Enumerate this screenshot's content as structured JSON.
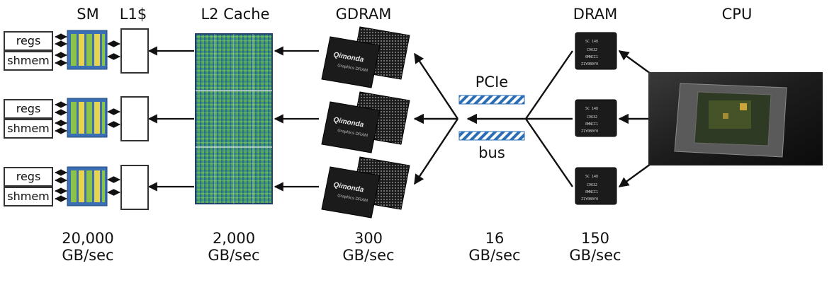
{
  "headers": {
    "sm": "SM",
    "l1": "L1$",
    "l2": "L2 Cache",
    "gdram": "GDRAM",
    "dram": "DRAM",
    "cpu": "CPU"
  },
  "sm_rows": [
    {
      "regs": "regs",
      "shmem": "shmem"
    },
    {
      "regs": "regs",
      "shmem": "shmem"
    },
    {
      "regs": "regs",
      "shmem": "shmem"
    }
  ],
  "bus": {
    "top": "PCIe",
    "bottom": "bus"
  },
  "chips": {
    "gdram_brand": "Qimonda",
    "gdram_sub": "Graphics DRAM",
    "dram_lines": [
      "SC 148",
      "C9632",
      "0MNCI1",
      "Z1Y0B0Y0"
    ]
  },
  "bandwidths": [
    {
      "value": "20,000",
      "unit": "GB/sec"
    },
    {
      "value": "2,000",
      "unit": "GB/sec"
    },
    {
      "value": "300",
      "unit": "GB/sec"
    },
    {
      "value": "16",
      "unit": "GB/sec"
    },
    {
      "value": "150",
      "unit": "GB/sec"
    }
  ],
  "colors": {
    "sm_blue": "#3a6fb3",
    "sm_green": "#8bc34a",
    "sm_yellow": "#e8d44a",
    "bus_hatch": "#2a6db5",
    "chip": "#1b1b1b"
  }
}
